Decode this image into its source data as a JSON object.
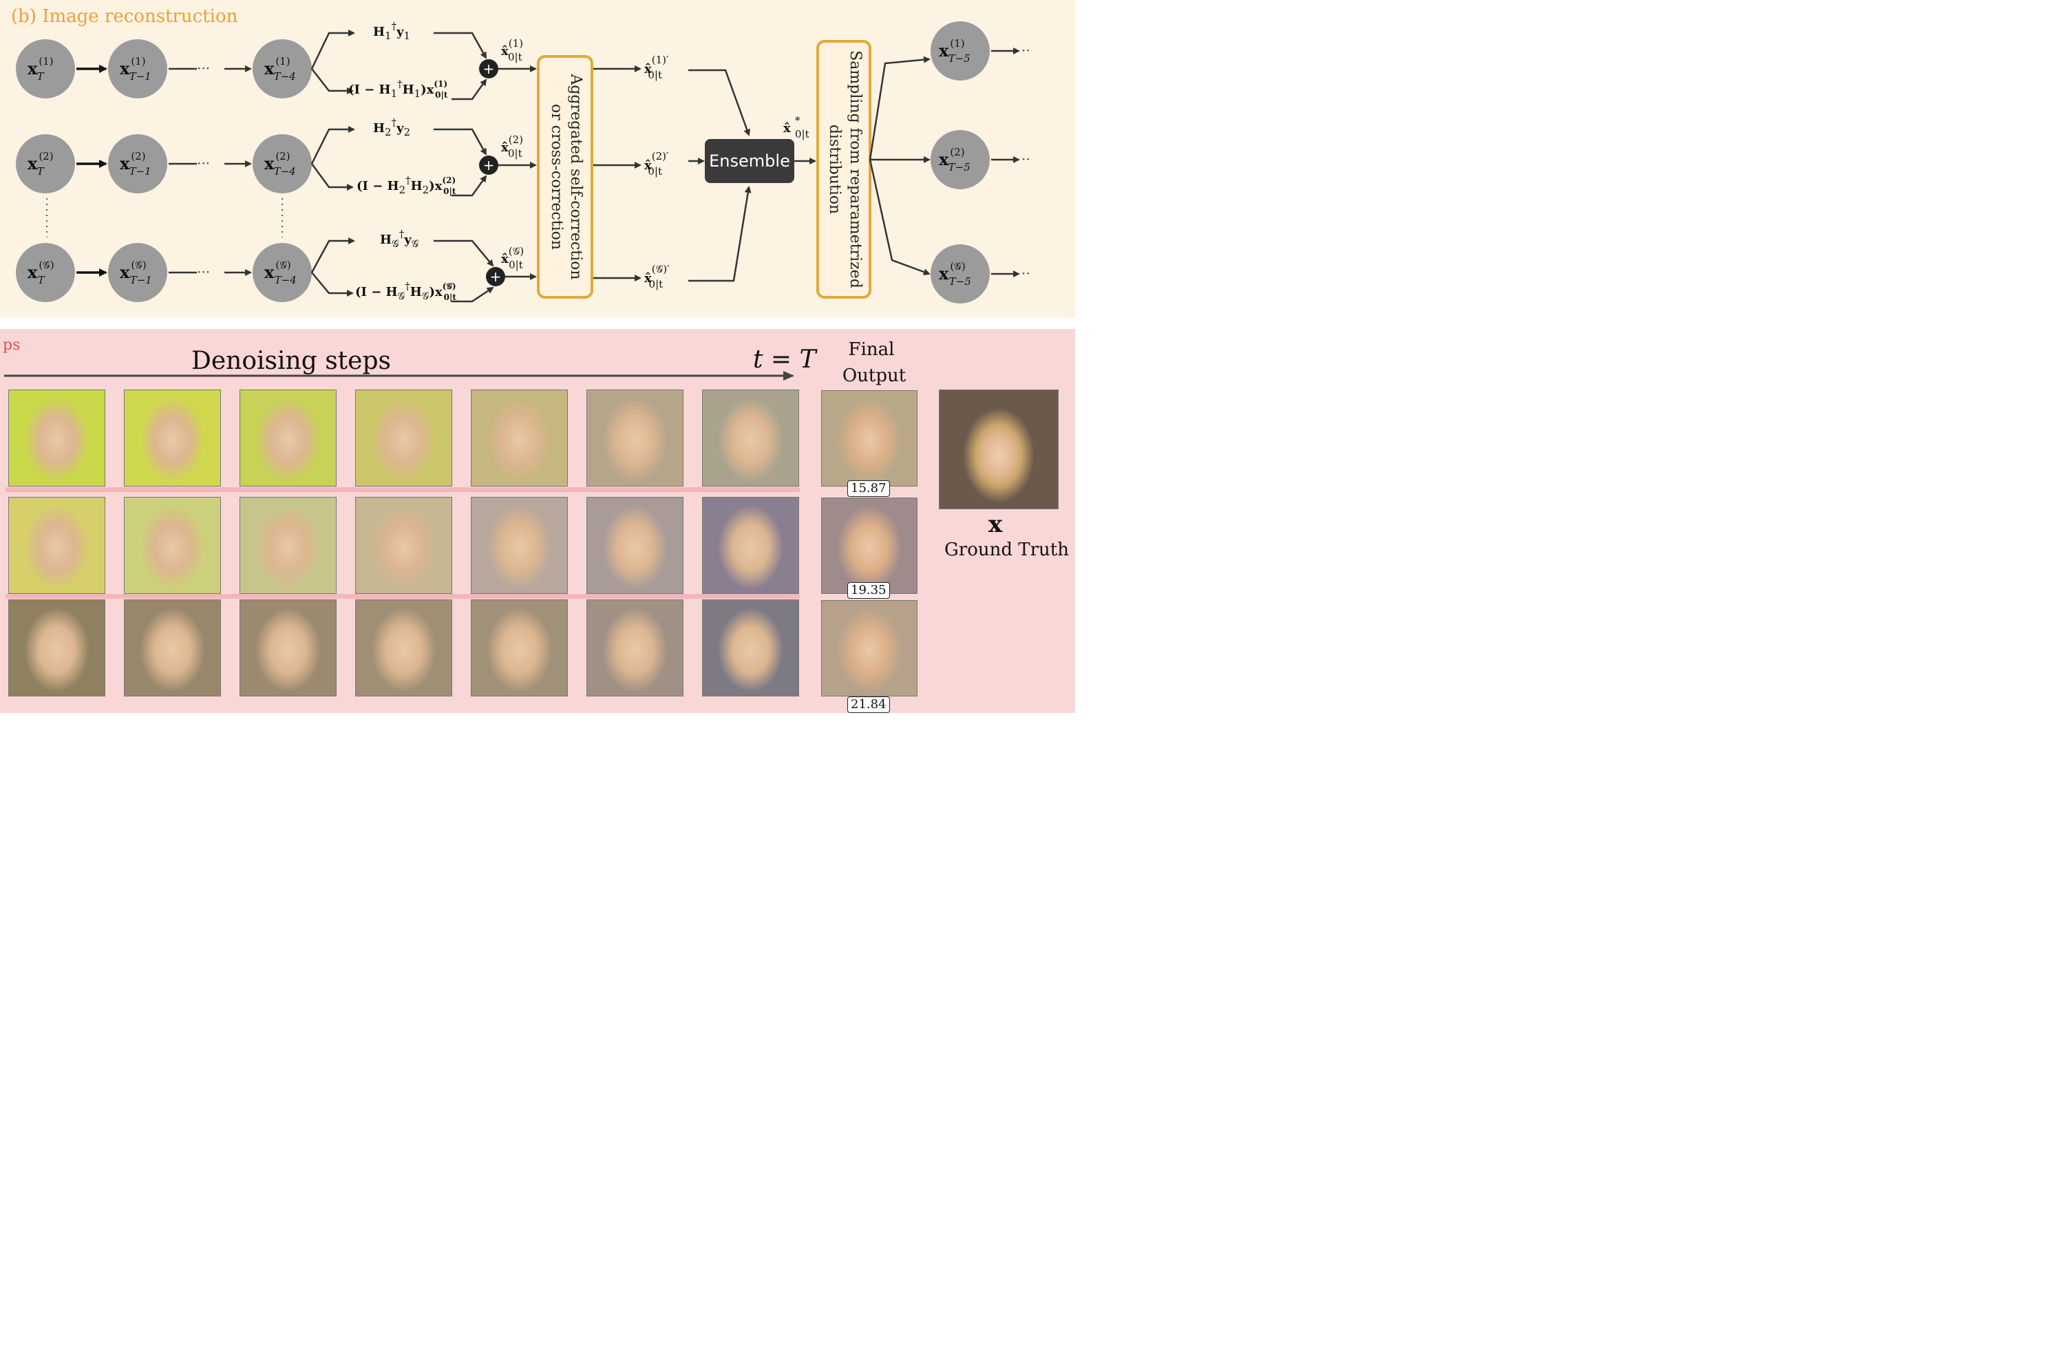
{
  "panel_b_title": "(b) Image reconstruction",
  "ensemble_label": "Ensemble",
  "aggregated_lines": [
    "Aggregated self-correction",
    "or cross-correction"
  ],
  "sampling_lines": [
    "Sampling from reparametrized",
    "distribution"
  ],
  "bottom_panel_partial_label": "ps",
  "denoising_label": "Denoising steps",
  "t_equals_T": "t = T",
  "final_output_lines": [
    "Final",
    "Output"
  ],
  "ground_truth_symbol": "x",
  "ground_truth_label": "Ground Truth",
  "scores": [
    "15.87",
    "19.35",
    "21.84"
  ],
  "rows": [
    {
      "idx": "(1)",
      "H": "H₁",
      "y": "y₁",
      "Hsym": "H",
      "hsub": "1",
      "ysub": "1"
    },
    {
      "idx": "(2)",
      "H": "H₂",
      "y": "y₂",
      "Hsym": "H",
      "hsub": "2",
      "ysub": "2"
    },
    {
      "idx": "(𝒢)",
      "H": "H𝒢",
      "y": "y𝒢",
      "Hsym": "H",
      "hsub": "𝒢",
      "ysub": "𝒢"
    }
  ],
  "colors": {
    "top_bg": "#fdf3e3",
    "bottom_bg": "#f9d7d6",
    "node_fill": "#9b9b9b",
    "box_border": "#e0a93c",
    "ensemble_fill": "#3a3a3a",
    "title_orange": "#e6a23c"
  },
  "face_rows": [
    [
      "#c9d94a",
      "#cfd84c",
      "#c7d256",
      "#cbc66a",
      "#c6b680",
      "#b7a58a",
      "#a9a38e"
    ],
    [
      "#d6cf6a",
      "#cdd07a",
      "#c8c58c",
      "#c7b792",
      "#b8a79c",
      "#a89b98",
      "#8a7f90"
    ],
    [
      "#8f8160",
      "#98876b",
      "#9b8a70",
      "#a08e75",
      "#a29179",
      "#a19184",
      "#7e7a84"
    ]
  ],
  "final_faces": [
    "#b8a888",
    "#9f8b8c",
    "#b6a28a"
  ],
  "gt_face": "#6b5a4c"
}
